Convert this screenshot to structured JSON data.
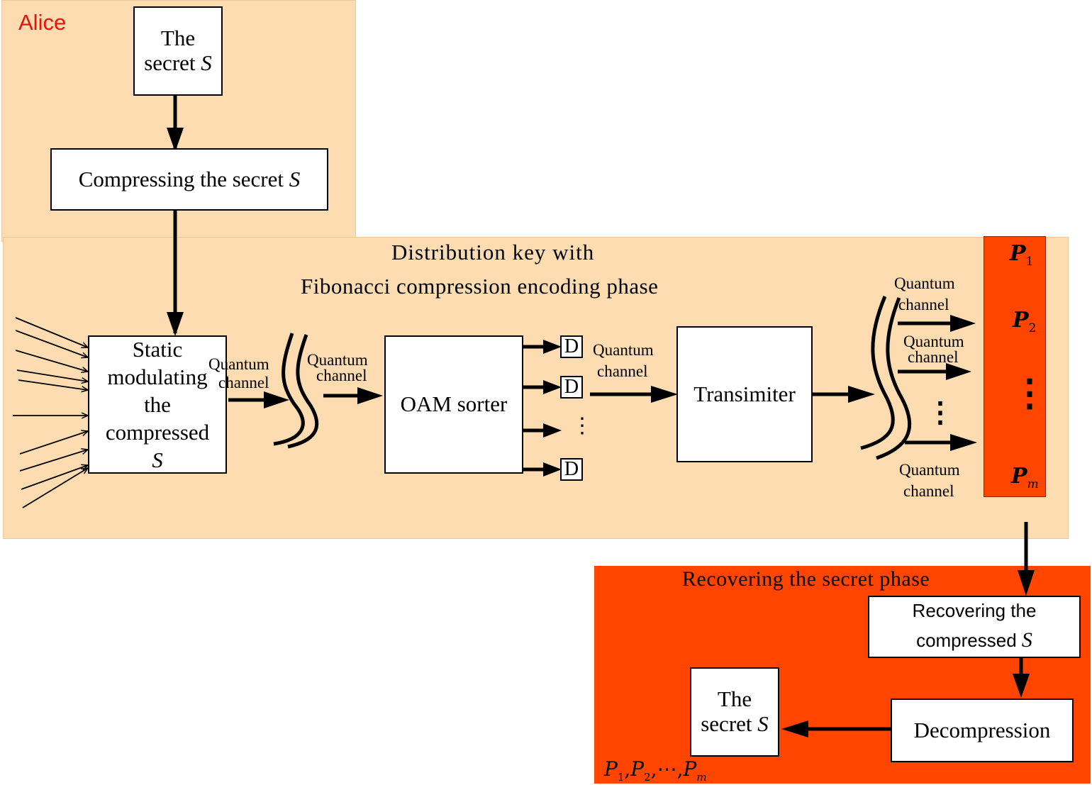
{
  "regions": {
    "alice_label": "Alice",
    "distribution_title_line1": "Distribution key with",
    "distribution_title_line2": "Fibonacci compression encoding phase",
    "recovering_title": "Recovering the secret phase"
  },
  "boxes": {
    "secret_top_line1": "The",
    "secret_top_line2": "secret",
    "secret_symbol": "S",
    "compressing_text": "Compressing the secret",
    "static_line1": "Static",
    "static_line2": "modulating",
    "static_line3": "the",
    "static_line4": "compressed",
    "oam_sorter": "OAM sorter",
    "transmitter": "Transimiter",
    "recovering_line1": "Recovering the",
    "recovering_line2": "compressed",
    "decompression": "Decompression",
    "secret_bottom_line1": "The",
    "secret_bottom_line2": "secret"
  },
  "labels": {
    "quantum": "Quantum",
    "channel": "channel",
    "detector": "D",
    "vdots": "⋮"
  },
  "parties": {
    "p_symbol": "P",
    "p1_sub": "1",
    "p2_sub": "2",
    "pm_sub": "m",
    "list_sep": ",",
    "list_ellipsis": "⋯"
  },
  "colors": {
    "light_region": "#fcdcb0",
    "dark_region": "#ff4500",
    "alice_text": "#e8120c"
  }
}
